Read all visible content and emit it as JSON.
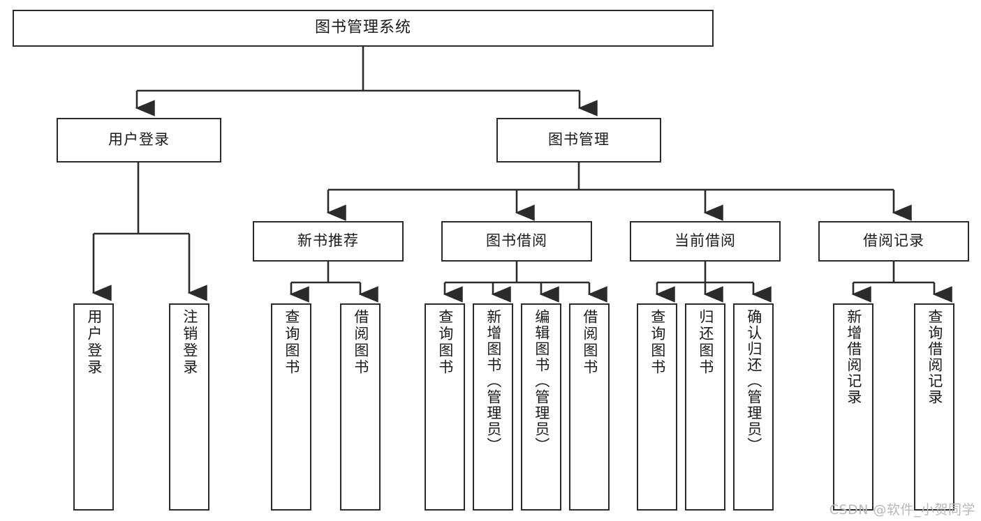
{
  "diagram": {
    "title": "图书管理系统",
    "type": "tree-hierarchy-chart",
    "orientation": "top-down",
    "line_color": "#2b2b2b",
    "box_fill": "#ffffff",
    "text_color": "#1a1a1a"
  },
  "nodes": {
    "root": {
      "label": "图书管理系统"
    },
    "level2": [
      {
        "id": "user-login",
        "label": "用户登录"
      },
      {
        "id": "book-management",
        "label": "图书管理"
      }
    ],
    "level3": [
      {
        "id": "new-book-recommend",
        "label": "新书推荐"
      },
      {
        "id": "book-borrow",
        "label": "图书借阅"
      },
      {
        "id": "current-borrow",
        "label": "当前借阅"
      },
      {
        "id": "borrow-record",
        "label": "借阅记录"
      }
    ],
    "leaves": {
      "user-login": [
        {
          "id": "leaf-user-login",
          "label": "用户登录"
        },
        {
          "id": "leaf-logout-login",
          "label": "注销登录"
        }
      ],
      "new-book-recommend": [
        {
          "id": "leaf-query-book-1",
          "label": "查询图书"
        },
        {
          "id": "leaf-borrow-book-1",
          "label": "借阅图书"
        }
      ],
      "book-borrow": [
        {
          "id": "leaf-query-book-2",
          "label": "查询图书"
        },
        {
          "id": "leaf-add-book",
          "label": "新增图书（管理员）"
        },
        {
          "id": "leaf-edit-book",
          "label": "编辑图书（管理员）"
        },
        {
          "id": "leaf-borrow-book-2",
          "label": "借阅图书"
        }
      ],
      "current-borrow": [
        {
          "id": "leaf-query-book-3",
          "label": "查询图书"
        },
        {
          "id": "leaf-return-book",
          "label": "归还图书"
        },
        {
          "id": "leaf-confirm-return",
          "label": "确认归还（管理员）"
        }
      ],
      "borrow-record": [
        {
          "id": "leaf-add-record",
          "label": "新增借阅记录"
        },
        {
          "id": "leaf-query-record",
          "label": "查询借阅记录"
        }
      ]
    }
  },
  "watermark": {
    "text": "CSDN @软件_小贺同学"
  }
}
